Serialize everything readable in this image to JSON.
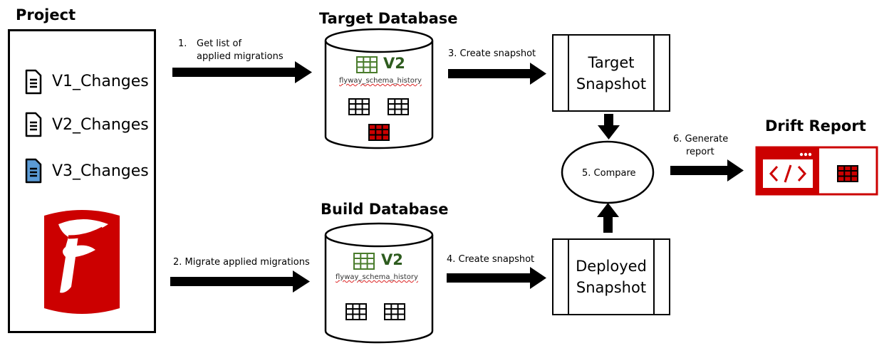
{
  "titles": {
    "project": "Project",
    "target_db": "Target Database",
    "build_db": "Build Database",
    "drift_report": "Drift Report"
  },
  "project_files": [
    {
      "label": "V1_Changes",
      "icon": "document-icon"
    },
    {
      "label": "V2_Changes",
      "icon": "document-icon"
    },
    {
      "label": "V3_Changes",
      "icon": "document-icon-highlighted"
    }
  ],
  "steps": {
    "s1_num": "1.",
    "s1_line1": "Get list of",
    "s1_line2": "applied migrations",
    "s2": "2. Migrate applied migrations",
    "s3": "3. Create snapshot",
    "s4": "4. Create snapshot",
    "s5": "5. Compare",
    "s6_line1": "6. Generate",
    "s6_line2": "report"
  },
  "target_db": {
    "version": "V2",
    "history_table": "flyway_schema_history"
  },
  "build_db": {
    "version": "V2",
    "history_table": "flyway_schema_history"
  },
  "target_snapshot": {
    "line1": "Target",
    "line2": "Snapshot"
  },
  "deployed_snapshot": {
    "line1": "Deployed",
    "line2": "Snapshot"
  },
  "colors": {
    "flyway_red": "#cc0000",
    "version_green": "#2e5c1f",
    "file_blue": "#5b9bd5",
    "table_green": "#4a7c2c"
  }
}
